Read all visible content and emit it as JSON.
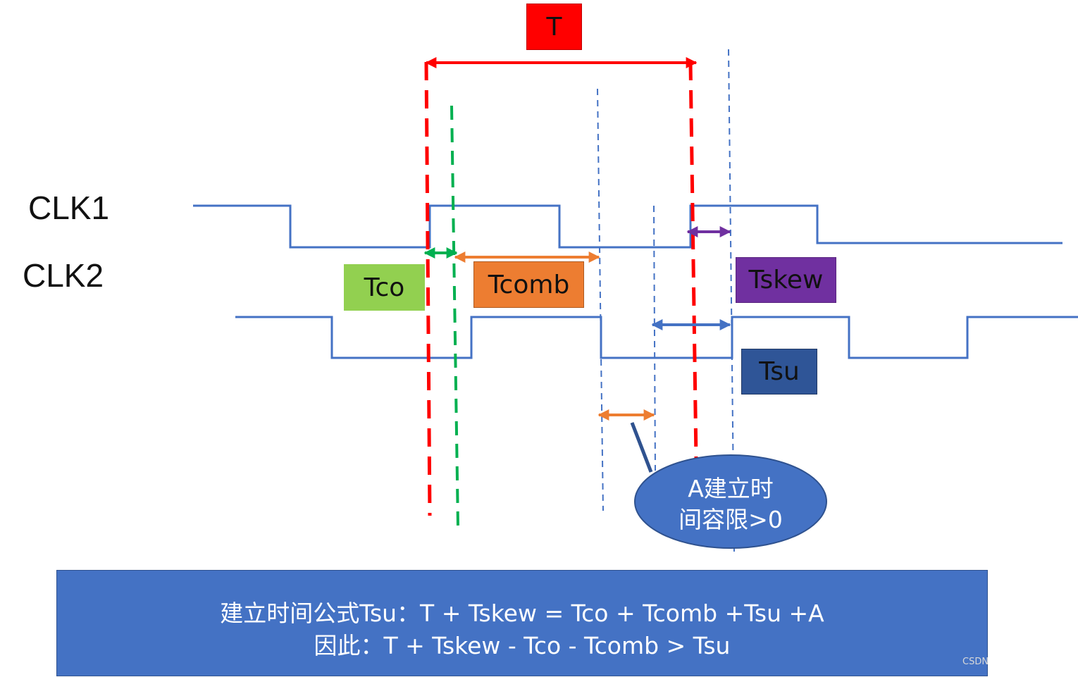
{
  "signals": {
    "clk1": "CLK1",
    "clk2": "CLK2"
  },
  "labels": {
    "period": "T",
    "tco": "Tco",
    "tcomb": "Tcomb",
    "tskew": "Tskew",
    "tsu": "Tsu"
  },
  "callout": {
    "line1": "A建立时",
    "line2": "间容限>0"
  },
  "formula": {
    "line1": "建立时间公式Tsu：T + Tskew = Tco + Tcomb +Tsu +A",
    "line2": "因此：T + Tskew - Tco -  Tcomb > Tsu"
  },
  "watermark": "CSDN",
  "colors": {
    "signal_line": "#4472c4",
    "period": "#ff0000",
    "tco": "#92d050",
    "tco_marker": "#00b050",
    "tcomb": "#ed7d31",
    "tskew": "#7030a0",
    "tsu": "#2f5597",
    "formula_bg": "#4472c4"
  }
}
